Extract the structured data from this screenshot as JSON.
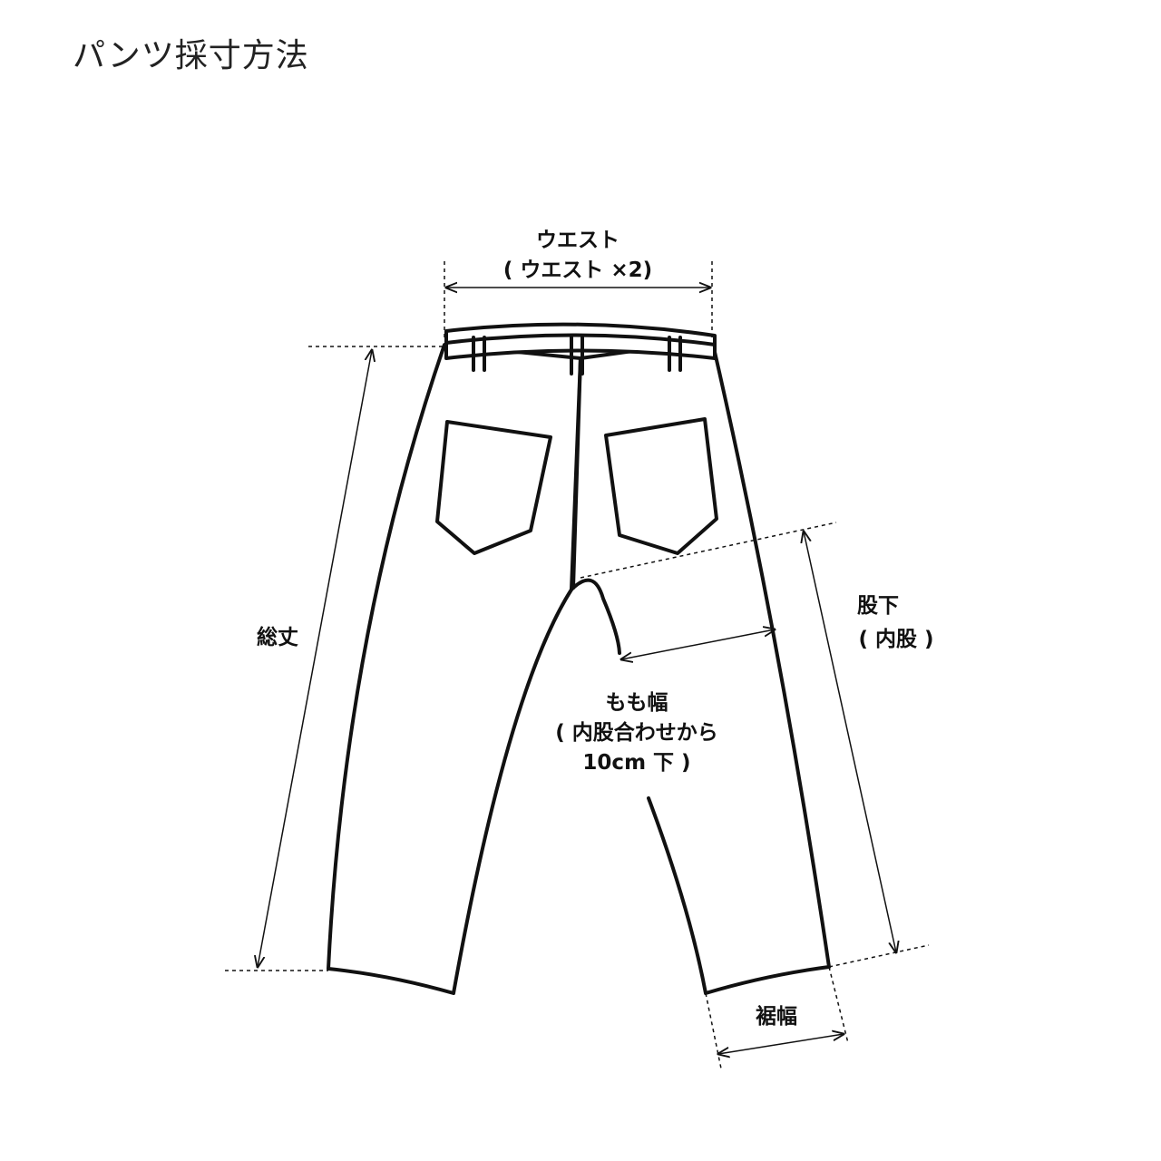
{
  "title": "パンツ採寸方法",
  "labels": {
    "waist_line1": "ウエスト",
    "waist_line2": "( ウエスト ×2)",
    "total_length": "総丈",
    "inseam_line1": "股下",
    "inseam_line2": "( 内股 )",
    "thigh_line1": "もも幅",
    "thigh_line2": "( 内股合わせから",
    "thigh_line3": "10cm 下 )",
    "hem_width": "裾幅"
  },
  "colors": {
    "line": "#111111",
    "background": "#ffffff"
  }
}
